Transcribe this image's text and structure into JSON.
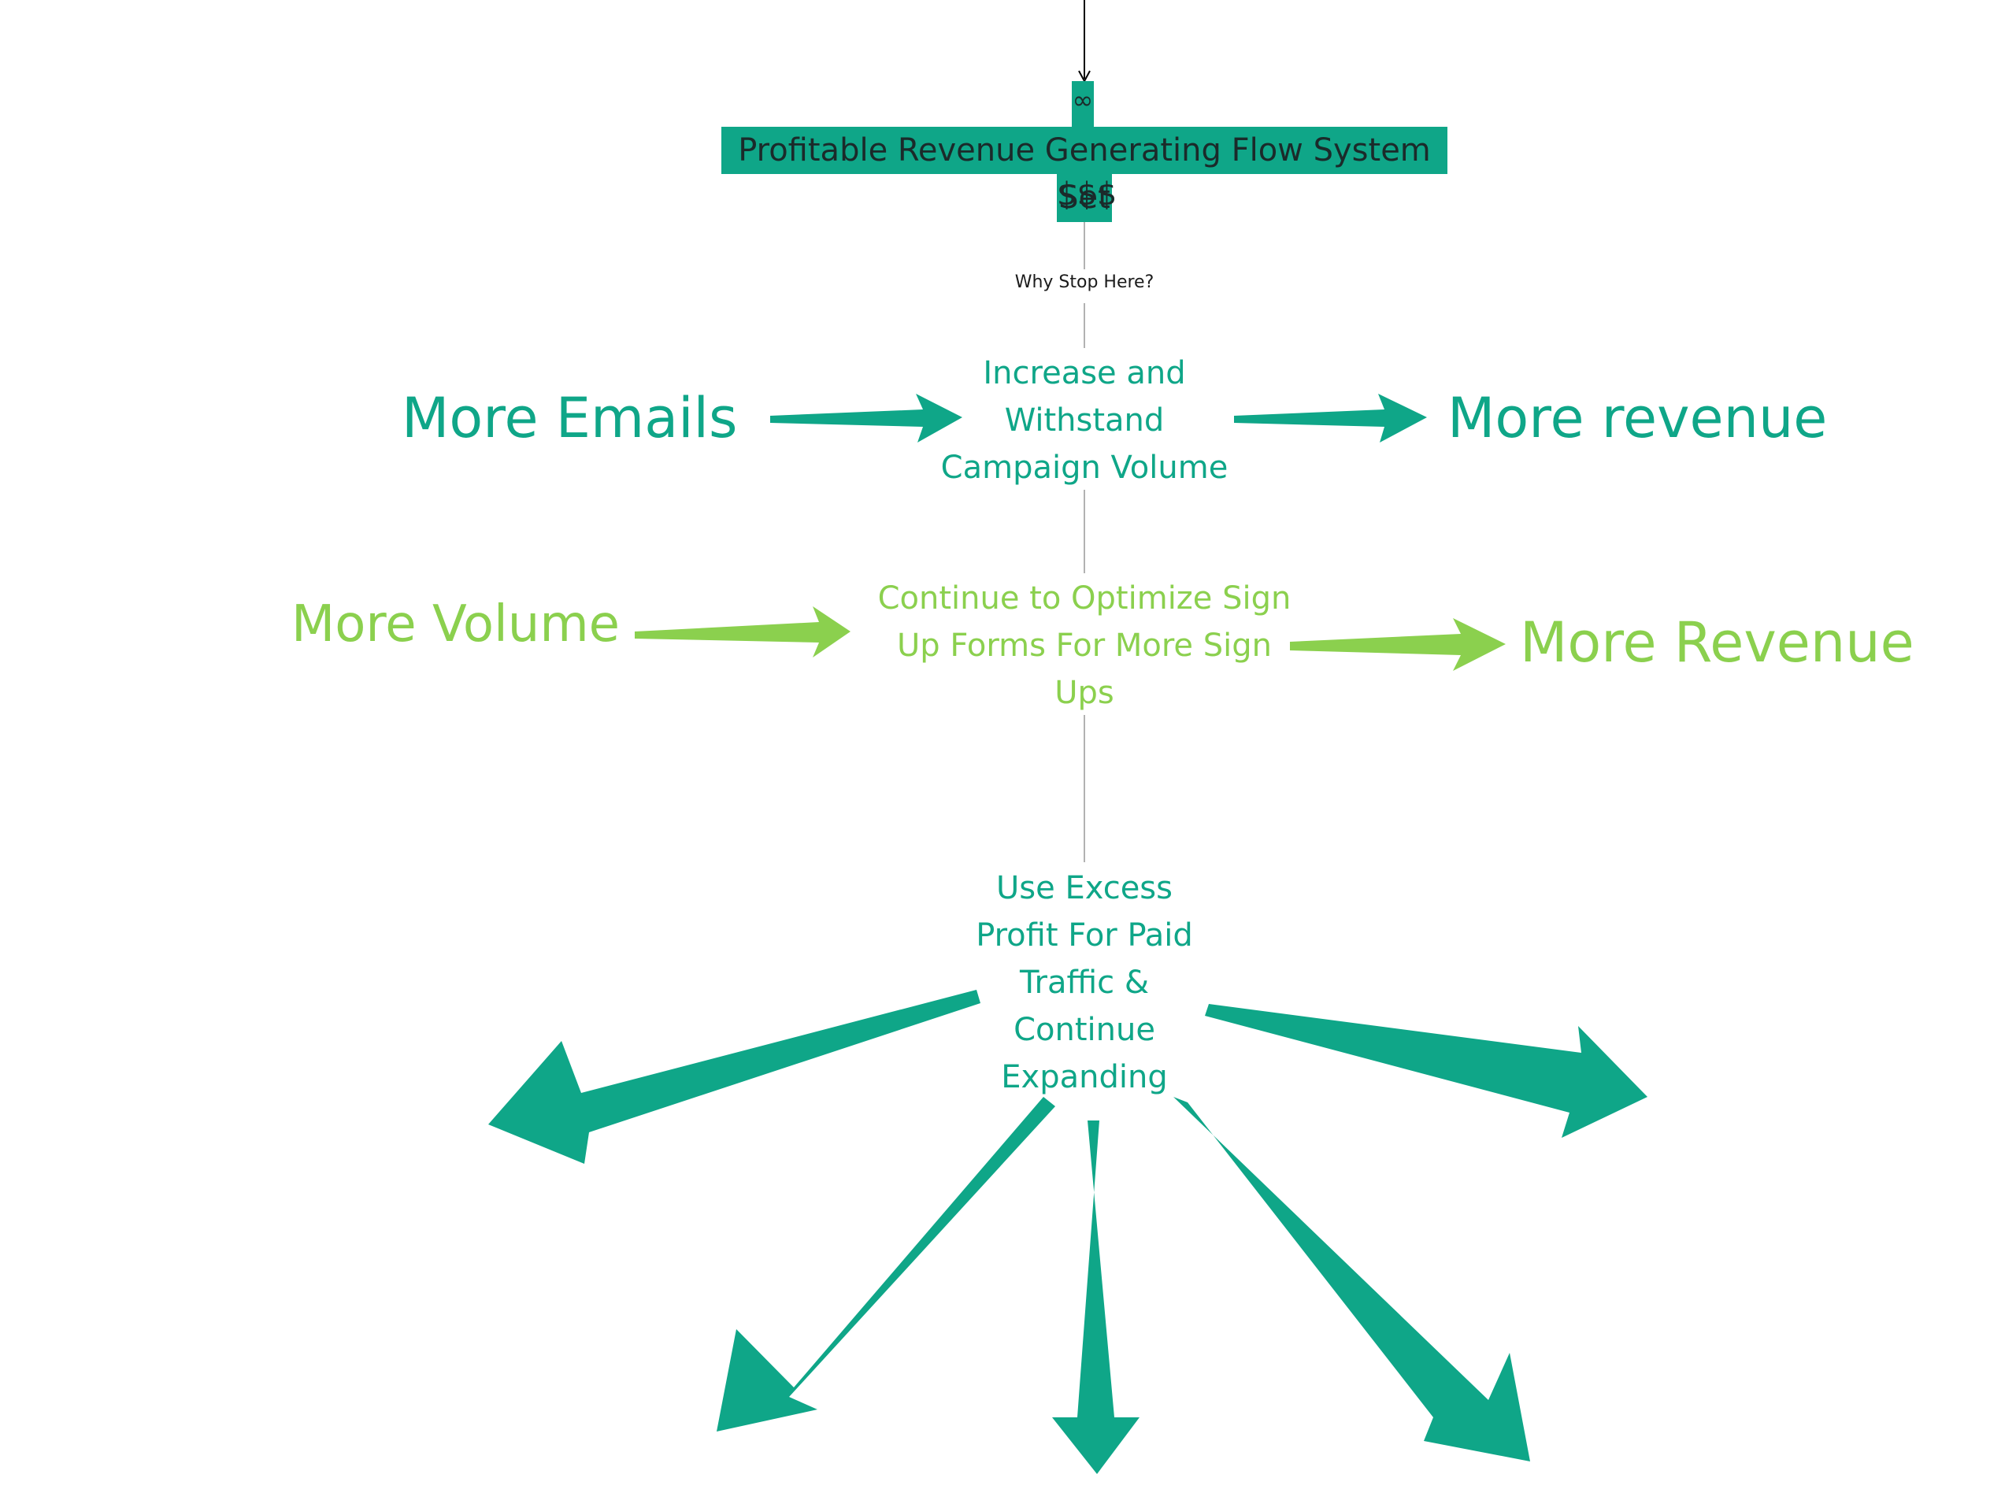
{
  "colors": {
    "teal": "#0fa688",
    "green": "#8bd04e",
    "dark": "#1b2a2a"
  },
  "header_node": {
    "symbol": "∞",
    "title": "Profitable Revenue Generating Flow System Set",
    "dollars": "$$$"
  },
  "edge_label": "Why Stop Here?",
  "row1": {
    "left": "More Emails",
    "center": "Increase and Withstand Campaign Volume",
    "right": "More revenue"
  },
  "row2": {
    "left": "More Volume",
    "center": "Continue to Optimize Sign Up Forms For More Sign Ups",
    "right": "More Revenue"
  },
  "row3": {
    "center": "Use Excess Profit For Paid Traffic & Continue Expanding"
  },
  "icons": {
    "arrows": "fat-arrow-icon",
    "connector": "connector-line"
  }
}
